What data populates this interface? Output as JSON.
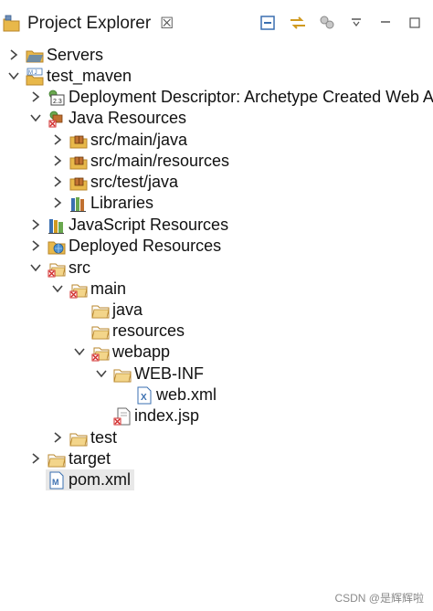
{
  "view": {
    "title": "Project Explorer",
    "close_glyph": "☒"
  },
  "toolbar": {
    "collapse_all": "collapse-all-icon",
    "link_with_editor": "link-with-editor-icon",
    "filters": "filters-icon",
    "view_menu": "view-menu-icon",
    "minimize": "minimize-icon",
    "maximize": "maximize-icon"
  },
  "tree": [
    {
      "label": "Servers",
      "icon": "folder-icon",
      "expanded": false
    },
    {
      "label": "test_maven",
      "icon": "maven-project-icon",
      "expanded": true
    },
    {
      "label": "Deployment Descriptor: Archetype Created Web A",
      "icon": "deployment-descriptor-icon",
      "expanded": false
    },
    {
      "label": "Java Resources",
      "icon": "java-resources-icon",
      "expanded": true
    },
    {
      "label": "src/main/java",
      "icon": "package-folder-icon",
      "expanded": false
    },
    {
      "label": "src/main/resources",
      "icon": "package-folder-icon",
      "expanded": false
    },
    {
      "label": "src/test/java",
      "icon": "package-folder-icon",
      "expanded": false
    },
    {
      "label": "Libraries",
      "icon": "libraries-icon",
      "expanded": false
    },
    {
      "label": "JavaScript Resources",
      "icon": "javascript-resources-icon",
      "expanded": false
    },
    {
      "label": "Deployed Resources",
      "icon": "deployed-resources-icon",
      "expanded": false
    },
    {
      "label": "src",
      "icon": "error-folder-icon",
      "expanded": true
    },
    {
      "label": "main",
      "icon": "error-folder-icon",
      "expanded": true
    },
    {
      "label": "java",
      "icon": "folder-icon"
    },
    {
      "label": "resources",
      "icon": "folder-icon"
    },
    {
      "label": "webapp",
      "icon": "error-folder-icon",
      "expanded": true
    },
    {
      "label": "WEB-INF",
      "icon": "folder-icon",
      "expanded": true
    },
    {
      "label": "web.xml",
      "icon": "xml-file-icon"
    },
    {
      "label": "index.jsp",
      "icon": "jsp-error-file-icon"
    },
    {
      "label": "test",
      "icon": "folder-icon",
      "expanded": false
    },
    {
      "label": "target",
      "icon": "folder-icon",
      "expanded": false
    },
    {
      "label": "pom.xml",
      "icon": "maven-pom-icon",
      "selected": true
    }
  ],
  "watermark": "CSDN @是辉辉啦",
  "colors": {
    "folder": "#e8b84a",
    "folder_dark": "#b8862a",
    "error": "#d22b2b",
    "selection": "#e8e8e8",
    "accent_blue": "#3a6fb0"
  }
}
